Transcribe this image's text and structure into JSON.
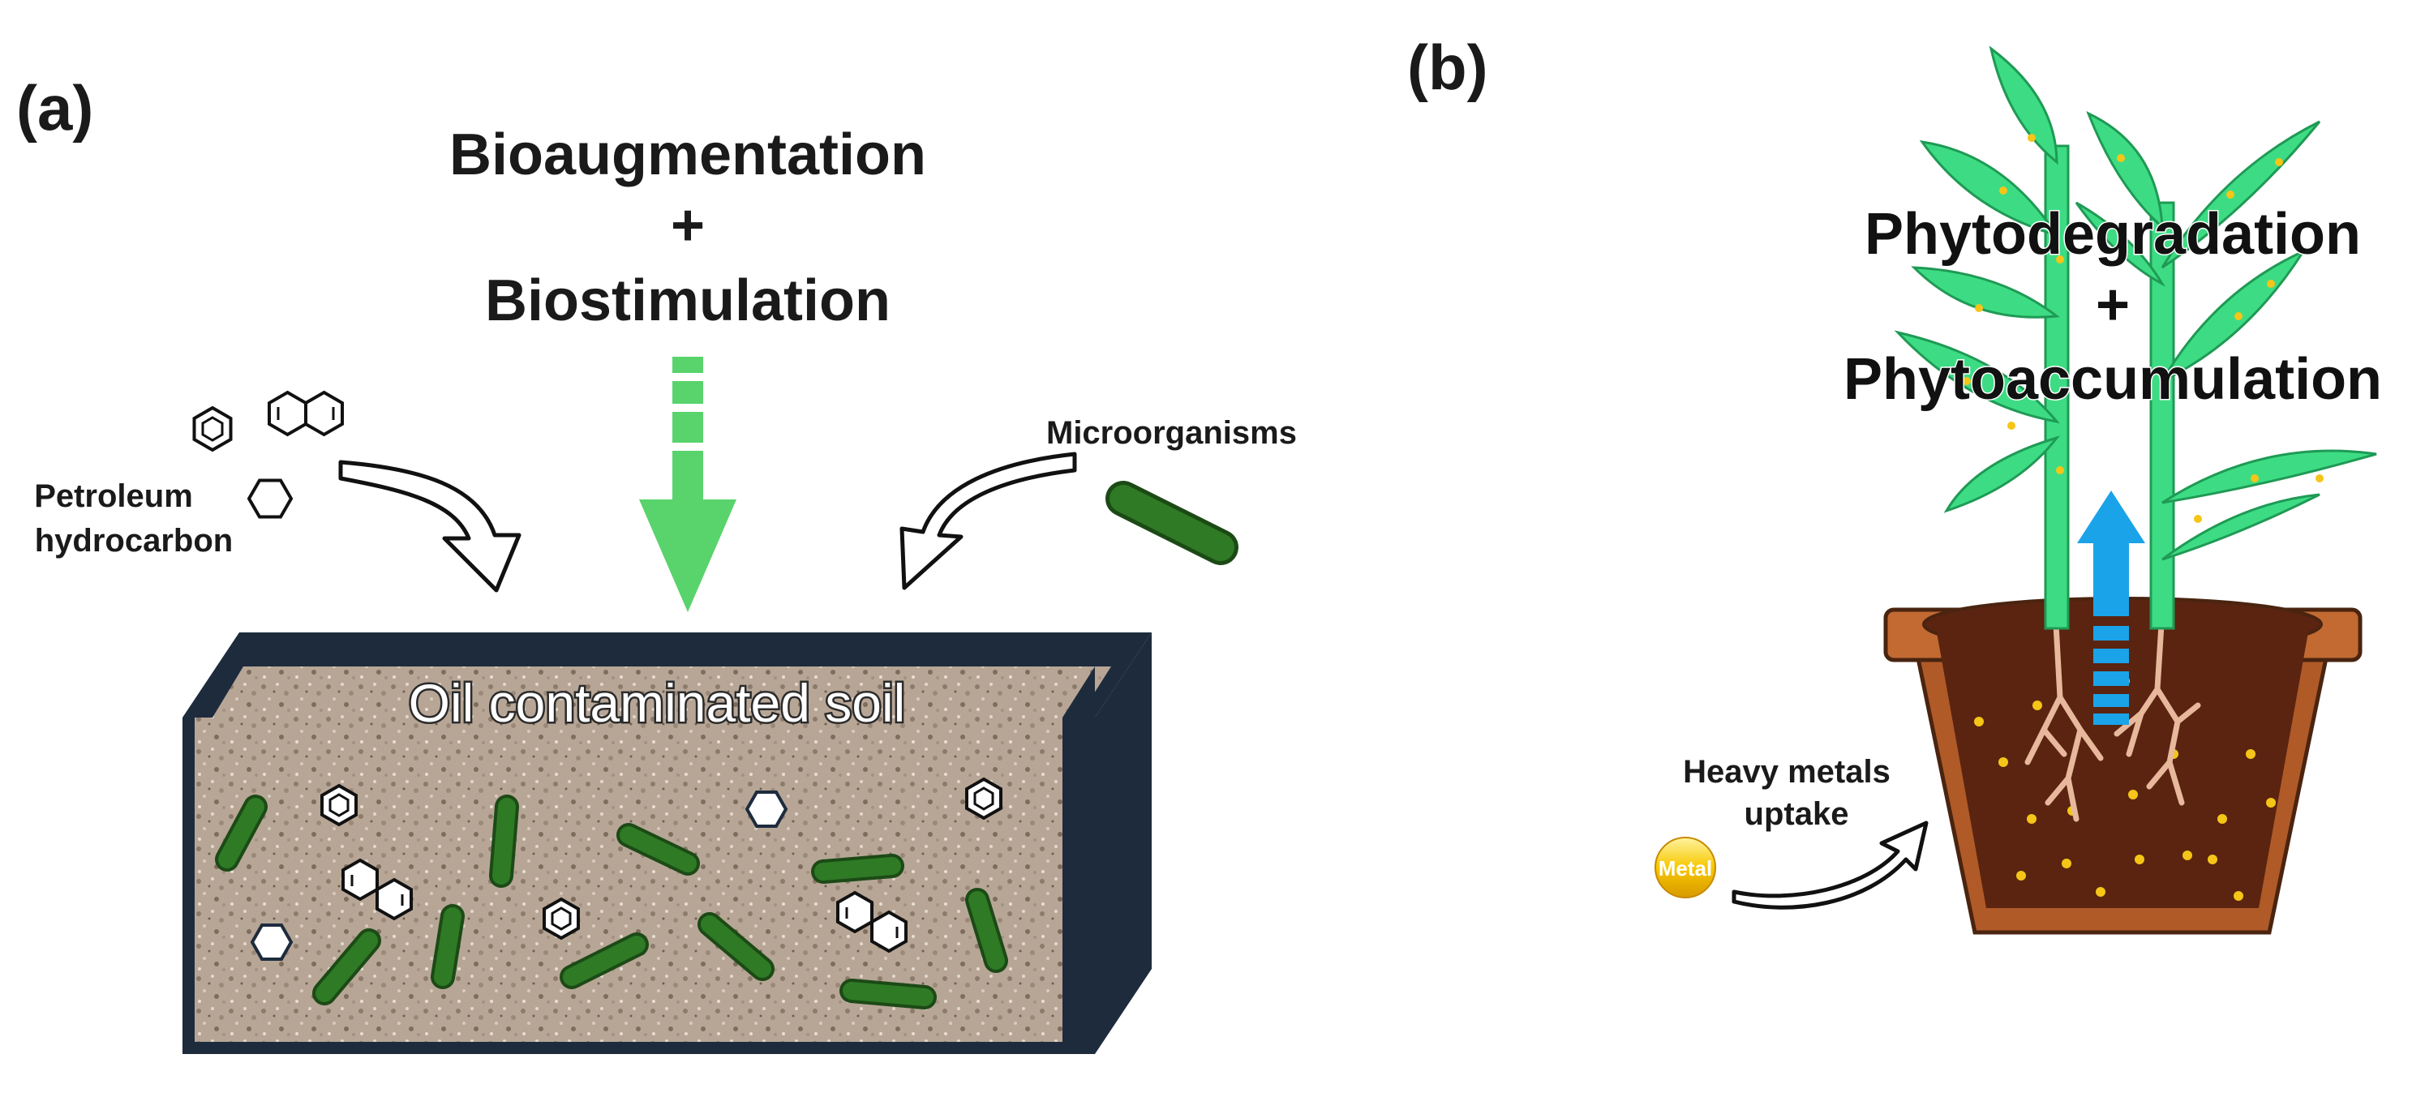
{
  "panel_a": {
    "letter": "(a)",
    "title_line1": "Bioaugmentation",
    "title_plus": "+",
    "title_line2": "Biostimulation",
    "petroleum_label_line1": "Petroleum",
    "petroleum_label_line2": "hydrocarbon",
    "microorganisms_label": "Microorganisms",
    "soil_label": "Oil contaminated soil",
    "colors": {
      "bacteria": "#2f7a25",
      "bacteria_outline": "#1c4a16",
      "green_arrow": "#59d36b",
      "box_frame": "#1d2b3d",
      "soil": "#b8a898"
    }
  },
  "panel_b": {
    "letter": "(b)",
    "title_line1": "Phytodegradation",
    "title_plus": "+",
    "title_line2": "Phytoaccumulation",
    "metals_label_line1": "Heavy metals",
    "metals_label_line2": "uptake",
    "metal_ball_label": "Metal",
    "colors": {
      "leaf": "#3ddc84",
      "pot": "#a0522d",
      "soil": "#5a2410",
      "metal_dot": "#f5c518",
      "blue_arrow": "#1aa3e8",
      "root": "#f2c2a8"
    }
  }
}
